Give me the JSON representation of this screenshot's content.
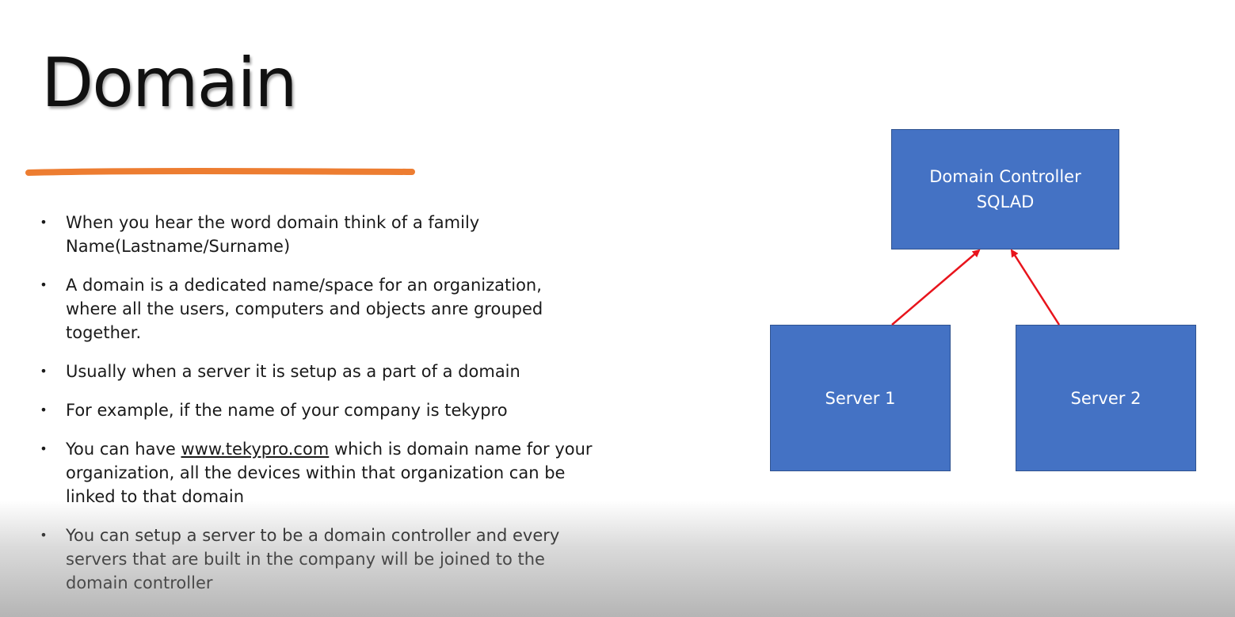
{
  "slide": {
    "title": "Domain",
    "accent_color": "#ed7d31",
    "bullets": [
      {
        "before": "When you hear the word domain think  of a family  Name(Lastname/Surname)"
      },
      {
        "before": "A domain is a dedicated name/space for an organization, where all the users, computers and objects anre grouped together."
      },
      {
        "before": "Usually when a server it is setup as a part of a domain"
      },
      {
        "before": "For example, if the name of your company is tekypro"
      },
      {
        "before": "You can have ",
        "link": "www.tekypro.com",
        "after": " which is domain name for your organization, all the devices within that organization can be linked to that domain"
      },
      {
        "before": "You can setup a server to be a domain controller and every servers that are built in the company will be joined to the domain controller"
      }
    ],
    "bullet_symbol": "•"
  },
  "diagram": {
    "box_color": "#4472c4",
    "arrow_color": "#e8141c",
    "domain_controller": {
      "line1": "Domain Controller",
      "line2": "SQLAD"
    },
    "server1": {
      "label": "Server 1"
    },
    "server2": {
      "label": "Server 2"
    }
  }
}
